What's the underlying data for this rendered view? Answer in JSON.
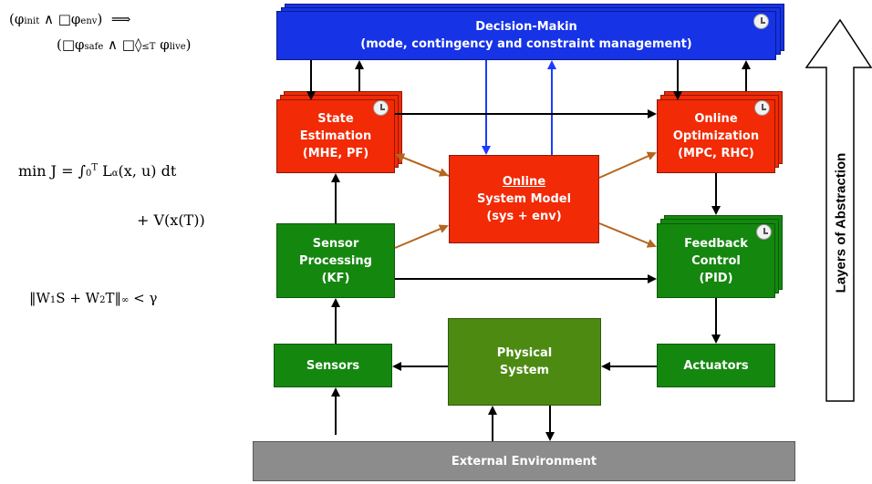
{
  "equations": {
    "ltl_line1": "(φinit ∧ □φenv) ⟹",
    "ltl_line2": "(□φsafe ∧ □◊≤T φlive)",
    "cost_line1": "min J = ∫0T Lα(x, u) dt",
    "cost_line2": "+ V(x(T))",
    "hinf": "‖W1S + W2T‖∞ < γ"
  },
  "blocks": {
    "decision": {
      "title": "Decision-Makin",
      "subtitle": "(mode, contingency and constraint management)"
    },
    "state_estimation": {
      "line1": "State",
      "line2": "Estimation",
      "line3": "(MHE, PF)"
    },
    "online_optimization": {
      "line1": "Online",
      "line2": "Optimization",
      "line3": "(MPC, RHC)"
    },
    "online_model": {
      "line1": "Online",
      "line2": "System Model",
      "line3": "(sys + env)"
    },
    "sensor_processing": {
      "line1": "Sensor",
      "line2": "Processing",
      "line3": "(KF)"
    },
    "feedback_control": {
      "line1": "Feedback",
      "line2": "Control",
      "line3": "(PID)"
    },
    "sensors": {
      "label": "Sensors"
    },
    "physical_system": {
      "line1": "Physical",
      "line2": "System"
    },
    "actuators": {
      "label": "Actuators"
    },
    "external_environment": {
      "label": "External Environment"
    }
  },
  "side_label": "Layers of Abstraction",
  "colors": {
    "decision": "#1633e6",
    "estimation_optimization": "#f22a06",
    "control": "#14870f",
    "physical": "#4d8a12",
    "environment": "#8c8c8c",
    "model_arrows": "#b5651d",
    "decision_arrows": "#1a3cff"
  },
  "icons": [
    "clock-icon"
  ]
}
